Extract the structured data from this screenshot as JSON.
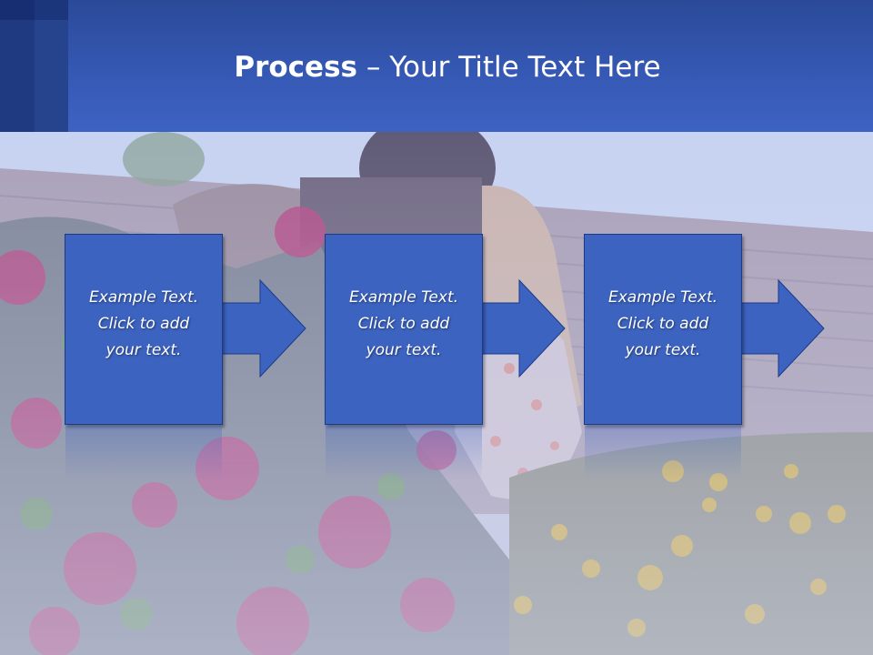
{
  "slide": {
    "title_bold": "Process",
    "title_rest": " – Your Title Text Here"
  },
  "steps": [
    {
      "line1": "Example Text.",
      "line2": "Click  to add",
      "line3": "your text."
    },
    {
      "line1": "Example Text.",
      "line2": "Click  to add",
      "line3": "your text."
    },
    {
      "line1": "Example Text.",
      "line2": "Click  to add",
      "line3": "your text."
    }
  ],
  "colors": {
    "header": "#3558b4",
    "box": "#3c63c0",
    "box_border": "#1b3a8a",
    "text": "#ffffff"
  },
  "background_image": "woman gardening among pink petunias and yellow flowers, faded"
}
